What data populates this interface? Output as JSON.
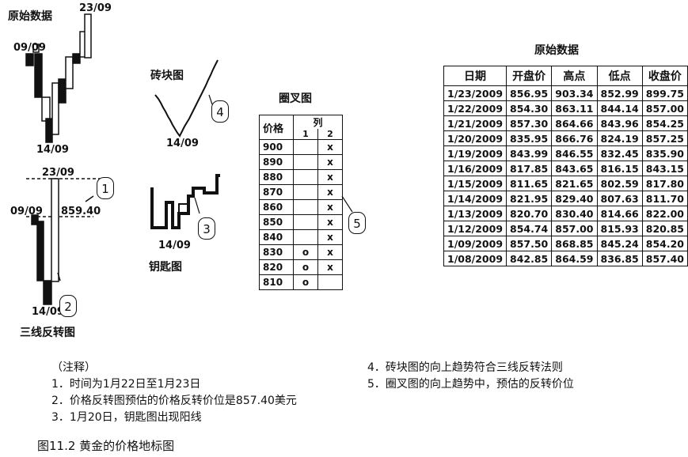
{
  "raw_title_left": "原始数据",
  "date_labels": {
    "top_right": "23/09",
    "left": "09/09",
    "bottom": "14/09",
    "tl_top": "23/09",
    "tl_left": "09/09",
    "tl_price": "859.40",
    "tl_bottom": "14/09",
    "brick_bottom": "14/09",
    "key_bottom": "14/09"
  },
  "chart_titles": {
    "brick": "砖块图",
    "point_figure": "圈叉图",
    "three_line": "三线反转图",
    "key": "钥匙图",
    "raw_data": "原始数据"
  },
  "callouts": [
    "1",
    "2",
    "3",
    "4",
    "5"
  ],
  "pf_table": {
    "price_header": "价格",
    "col_header": "列",
    "col_numbers": [
      "1",
      "2"
    ],
    "rows": [
      {
        "price": "900",
        "c1": "",
        "c2": "x"
      },
      {
        "price": "890",
        "c1": "",
        "c2": "x"
      },
      {
        "price": "880",
        "c1": "",
        "c2": "x"
      },
      {
        "price": "870",
        "c1": "",
        "c2": "x"
      },
      {
        "price": "860",
        "c1": "",
        "c2": "x"
      },
      {
        "price": "850",
        "c1": "",
        "c2": "x"
      },
      {
        "price": "840",
        "c1": "",
        "c2": "x"
      },
      {
        "price": "830",
        "c1": "o",
        "c2": "x"
      },
      {
        "price": "820",
        "c1": "o",
        "c2": "x"
      },
      {
        "price": "810",
        "c1": "o",
        "c2": ""
      }
    ]
  },
  "raw_table": {
    "headers": [
      "日期",
      "开盘价",
      "高点",
      "低点",
      "收盘价"
    ],
    "rows": [
      [
        "1/23/2009",
        "856.95",
        "903.34",
        "852.99",
        "899.75"
      ],
      [
        "1/22/2009",
        "854.30",
        "863.11",
        "844.14",
        "857.00"
      ],
      [
        "1/21/2009",
        "857.30",
        "864.66",
        "843.96",
        "854.25"
      ],
      [
        "1/20/2009",
        "835.95",
        "866.76",
        "824.19",
        "857.25"
      ],
      [
        "1/19/2009",
        "843.99",
        "846.55",
        "832.45",
        "835.90"
      ],
      [
        "1/16/2009",
        "817.85",
        "843.65",
        "816.15",
        "843.15"
      ],
      [
        "1/15/2009",
        "811.65",
        "821.65",
        "802.59",
        "817.80"
      ],
      [
        "1/14/2009",
        "821.95",
        "829.40",
        "807.63",
        "811.70"
      ],
      [
        "1/13/2009",
        "820.70",
        "830.40",
        "814.66",
        "822.00"
      ],
      [
        "1/12/2009",
        "854.74",
        "857.00",
        "815.93",
        "820.85"
      ],
      [
        "1/09/2009",
        "857.50",
        "868.85",
        "845.24",
        "854.20"
      ],
      [
        "1/08/2009",
        "842.85",
        "864.59",
        "836.85",
        "857.40"
      ]
    ]
  },
  "notes": {
    "header": "（注释）",
    "left": [
      "1．时间为1月22日至1月23日",
      "2．价格反转图预估的价格反转价位是857.40美元",
      "3．1月20日，钥匙图出现阳线"
    ],
    "right": [
      "4．砖块图的向上趋势符合三线反转法则",
      "5．圈叉图的向上趋势中，预估的反转价位"
    ]
  },
  "figure_caption": "图11.2  黄金的价格地标图"
}
